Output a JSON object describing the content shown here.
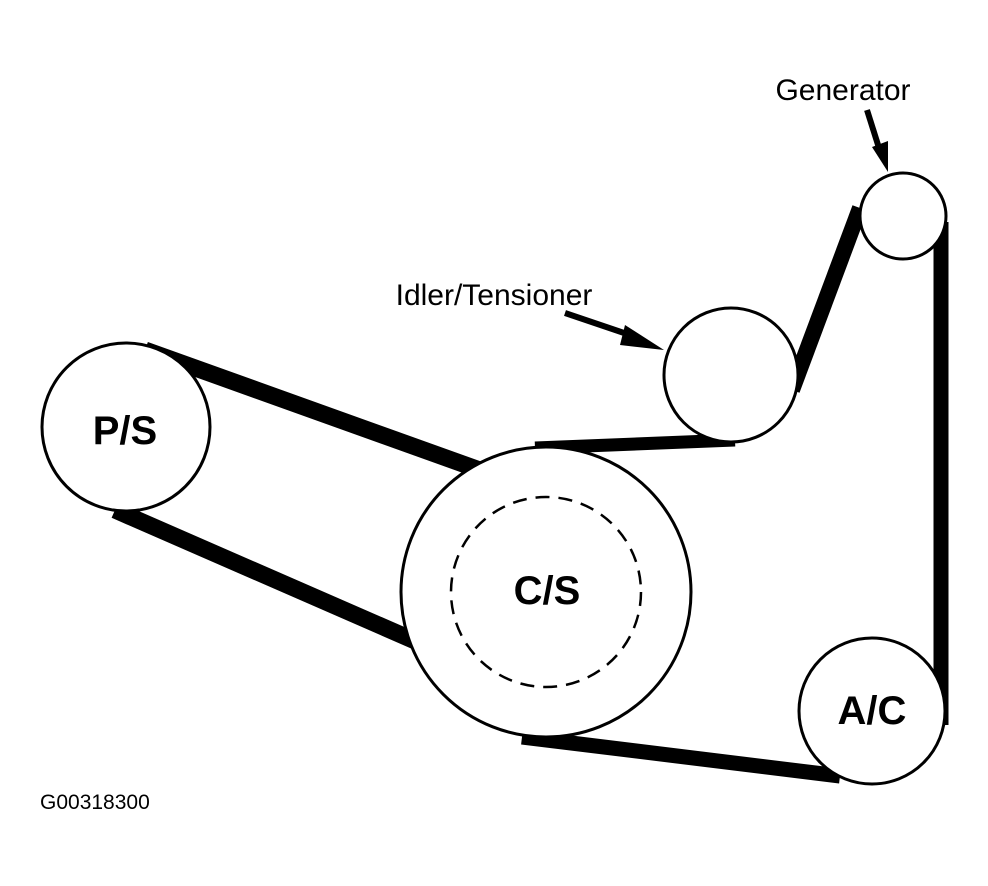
{
  "pulleys": {
    "power_steering": "P/S",
    "crankshaft": "C/S",
    "air_conditioning": "A/C"
  },
  "callouts": {
    "generator": "Generator",
    "idler_tensioner": "Idler/Tensioner"
  },
  "figure_id": "G00318300",
  "colors": {
    "line": "#000000",
    "background": "#ffffff"
  }
}
